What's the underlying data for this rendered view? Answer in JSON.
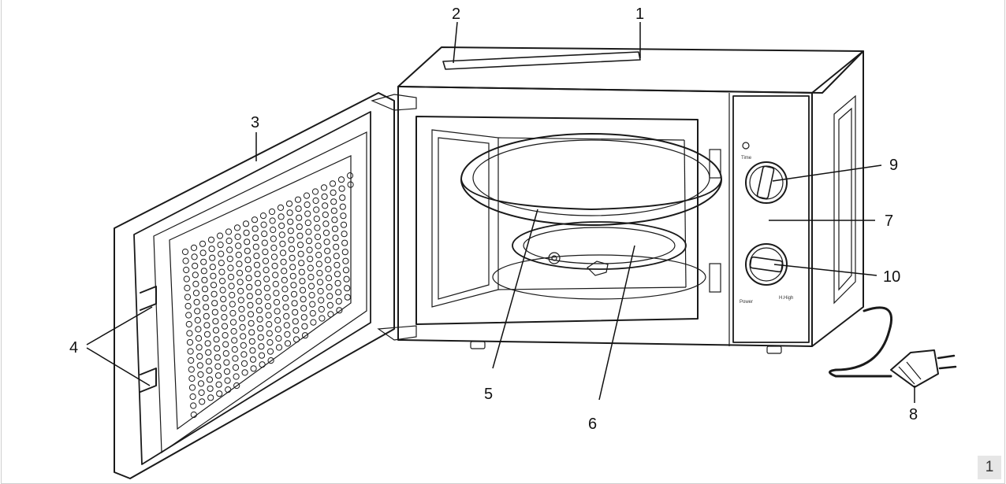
{
  "callouts": [
    {
      "id": "1",
      "text": "1"
    },
    {
      "id": "2",
      "text": "2"
    },
    {
      "id": "3",
      "text": "3"
    },
    {
      "id": "4",
      "text": "4"
    },
    {
      "id": "5",
      "text": "5"
    },
    {
      "id": "6",
      "text": "6"
    },
    {
      "id": "7",
      "text": "7"
    },
    {
      "id": "8",
      "text": "8"
    },
    {
      "id": "9",
      "text": "9"
    },
    {
      "id": "10",
      "text": "10"
    }
  ],
  "panel": {
    "timer_label": "Time",
    "power_label": "Power",
    "high_label": "H.High"
  },
  "page_badge": "1"
}
